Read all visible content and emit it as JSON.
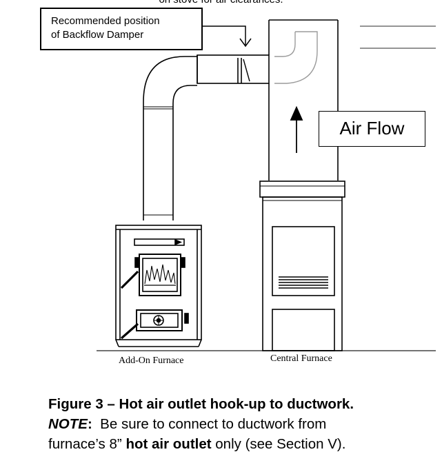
{
  "header_fragment": "on stove for air clearances.",
  "callout": {
    "line1": "Recommended position",
    "line2": "of Backflow Damper"
  },
  "airflow_label": "Air Flow",
  "add_on_label": "Add-On Furnace",
  "central_label": "Central Furnace",
  "caption": {
    "title": "Figure 3 – Hot air outlet hook-up to ductwork.",
    "note_label": "NOTE",
    "note_colon": ":",
    "note_text1": "  Be sure to connect to ductwork from",
    "note_text2a": "furnace’s 8” ",
    "note_bold": "hot air outlet",
    "note_text2b": " only (see Section V)."
  }
}
